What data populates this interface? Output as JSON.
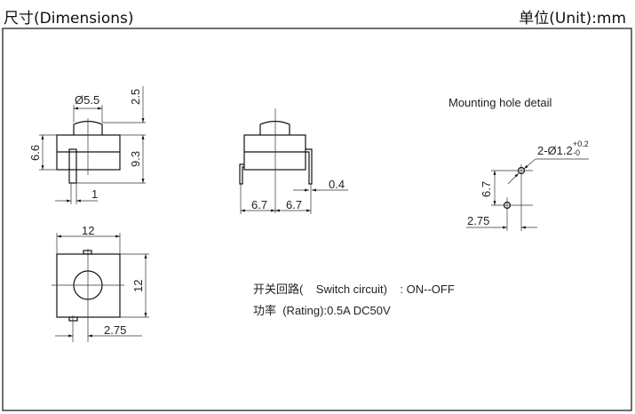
{
  "header": {
    "title": "尺寸(Dimensions)",
    "unit": "单位(Unit):mm"
  },
  "side_view": {
    "cap_diameter": "Ø5.5",
    "cap_height": "2.5",
    "body_height": "6.6",
    "total_height": "9.3",
    "pin_width": "1"
  },
  "front_view": {
    "pin_thickness": "0.4",
    "pin_half_left": "6.7",
    "pin_half_right": "6.7"
  },
  "top_view": {
    "width": "12",
    "depth": "12",
    "pin_offset": "2.75"
  },
  "mounting": {
    "title": "Mounting  hole  detail",
    "hole_label": "2-Ø1.2",
    "tol_plus": "+0.2",
    "tol_minus": "-0",
    "spacing_y": "6.7",
    "spacing_x": "2.75"
  },
  "specs": {
    "circuit": "开关回路(    Switch circuit)    : ON--OFF",
    "rating": "功率  (Rating):0.5A DC50V"
  }
}
